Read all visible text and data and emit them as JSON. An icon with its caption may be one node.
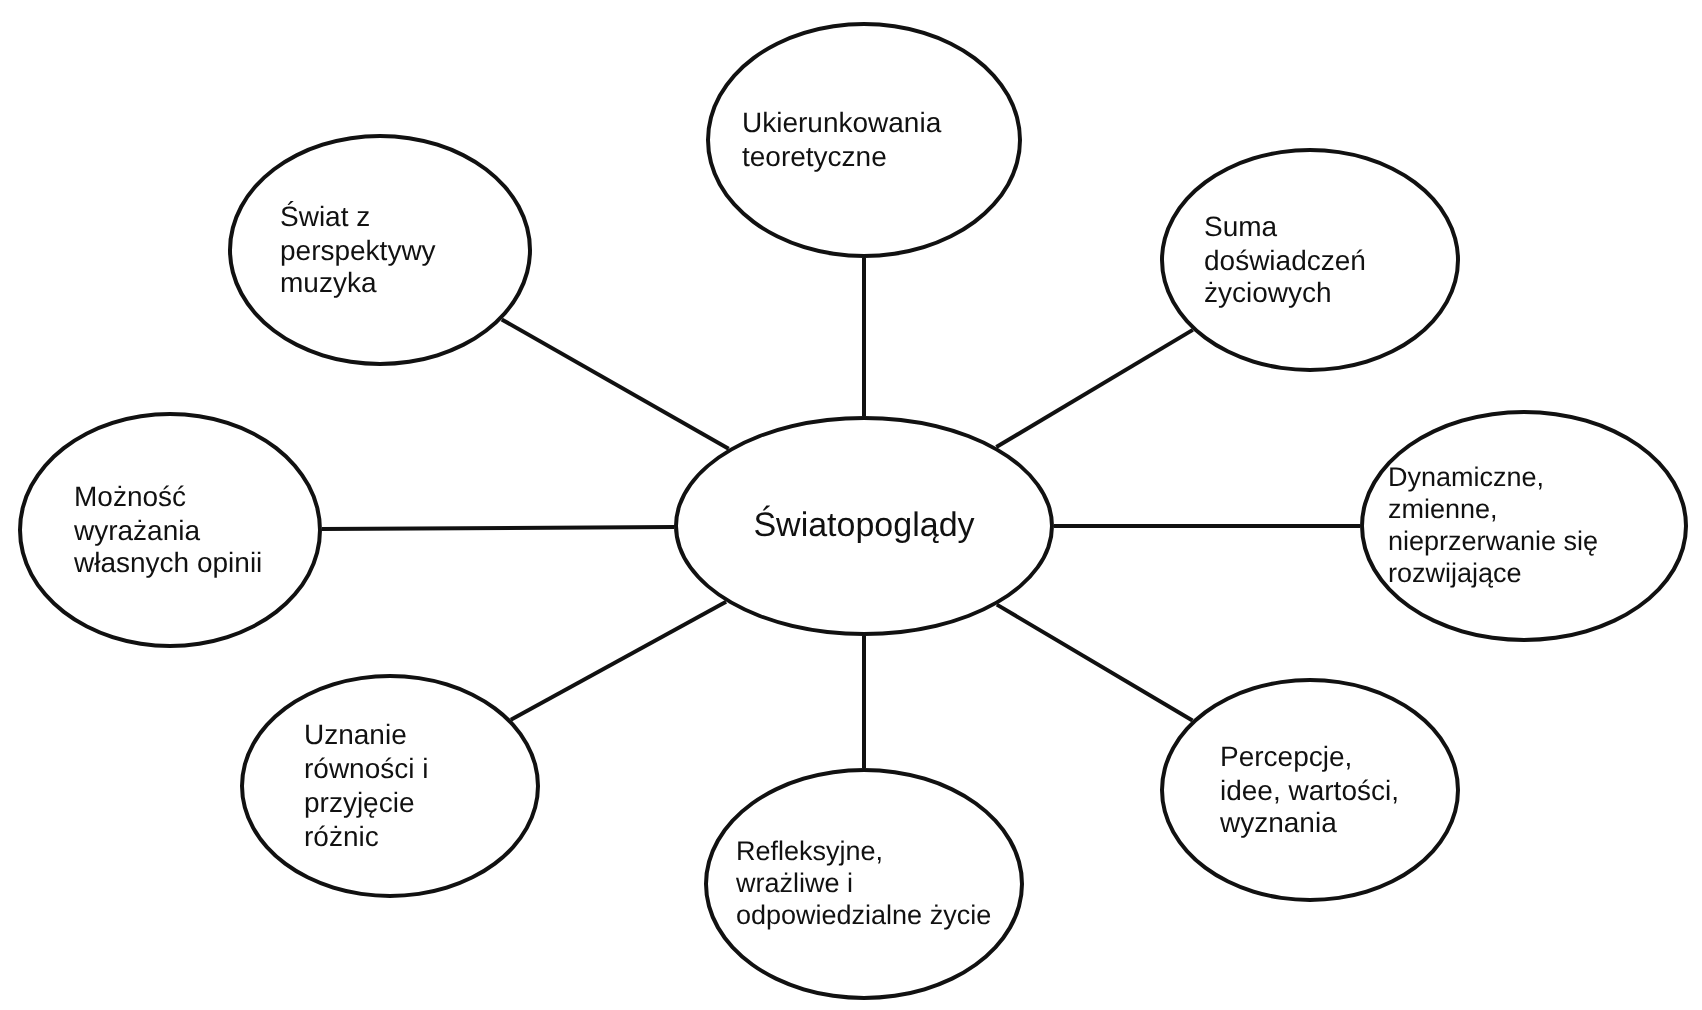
{
  "diagram": {
    "nodes": [
      {
        "text": [
          "Światopoglądy"
        ]
      },
      {
        "text": [
          "Ukierunkowania teoretyczne"
        ]
      },
      {
        "text": [
          "Suma doświadczeń życiowych"
        ]
      },
      {
        "text": [
          "Dynamiczne, zmienne, nieprzerwanie się rozwijające"
        ]
      },
      {
        "text": [
          "Percepcje, idee, wartości, wyznania"
        ]
      },
      {
        "text": [
          "Refleksyjne, wrażliwe i odpowiedzialne życie"
        ]
      },
      {
        "text": [
          "Uznanie równości i przyjęcie różnic"
        ]
      },
      {
        "text": [
          "Możność wyrażania własnych opinii"
        ]
      },
      {
        "text": [
          "Świat z perspektywy muzyka"
        ]
      }
    ],
    "edges": [
      {
        "from": 0,
        "to": 1,
        "arrow": "none"
      },
      {
        "from": 0,
        "to": 2,
        "arrow": "none"
      },
      {
        "from": 0,
        "to": 3,
        "arrow": "none"
      },
      {
        "from": 0,
        "to": 4,
        "arrow": "none"
      },
      {
        "from": 0,
        "to": 5,
        "arrow": "none"
      },
      {
        "from": 0,
        "to": 6,
        "arrow": "none"
      },
      {
        "from": 0,
        "to": 7,
        "arrow": "none"
      },
      {
        "from": 0,
        "to": 8,
        "arrow": "none"
      }
    ]
  }
}
